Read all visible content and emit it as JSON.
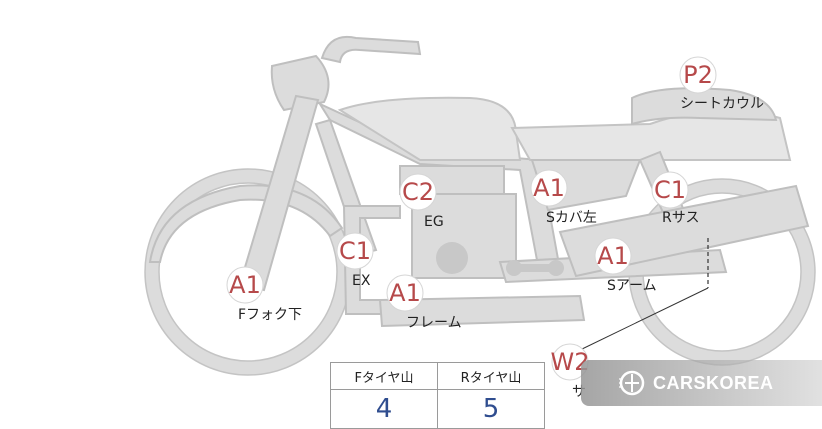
{
  "markers": [
    {
      "id": "p2",
      "grade": "P2",
      "label": "シートカウル"
    },
    {
      "id": "a1-side-cover",
      "grade": "A1",
      "label": "Sカバ左"
    },
    {
      "id": "c1-rear-sus",
      "grade": "C1",
      "label": "Rサス"
    },
    {
      "id": "c2-engine",
      "grade": "C2",
      "label": "EG"
    },
    {
      "id": "c1-exhaust",
      "grade": "C1",
      "label": "EX"
    },
    {
      "id": "a1-swingarm",
      "grade": "A1",
      "label": "Sアーム"
    },
    {
      "id": "a1-fork",
      "grade": "A1",
      "label": "Fフォク下"
    },
    {
      "id": "a1-frame",
      "grade": "A1",
      "label": "フレーム"
    },
    {
      "id": "w2-muffler",
      "grade": "W2",
      "label": "サ"
    }
  ],
  "tread_table": {
    "headers": [
      "Fタイヤ山",
      "Rタイヤ山"
    ],
    "values": [
      "4",
      "5"
    ]
  },
  "watermark": {
    "text": "CARSKOREA"
  },
  "colors": {
    "grade": "#b6494a",
    "tread_value": "#2f4d8f",
    "bike": "#dcdcdc"
  }
}
